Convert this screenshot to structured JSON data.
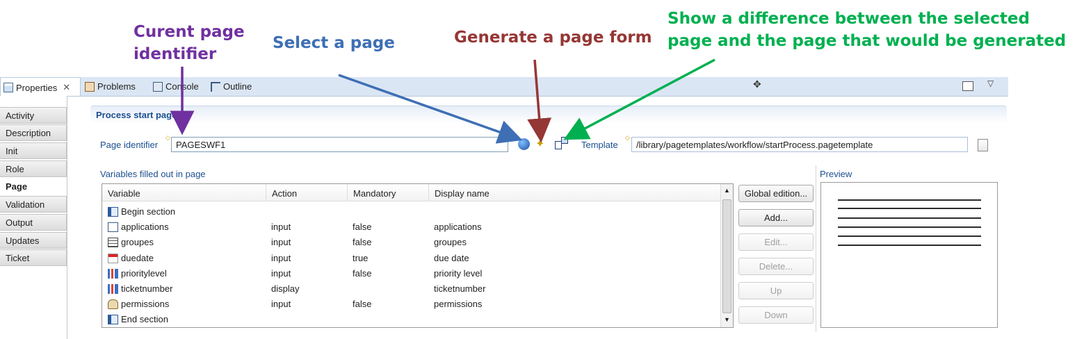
{
  "annotations": {
    "current_page_identifier": "Curent page\nidentifier",
    "select_page": "Select a page",
    "generate_form": "Generate a page form",
    "show_difference": "Show a difference between the selected\npage and the page that would be generated"
  },
  "colors": {
    "purple": "#7030a0",
    "blue": "#3e6fb5",
    "darkred": "#953735",
    "green": "#00b050"
  },
  "tabs": [
    "Properties",
    "Problems",
    "Console",
    "Outline"
  ],
  "left_nav": [
    "Activity",
    "Description",
    "Init",
    "Role",
    "Page",
    "Validation",
    "Output",
    "Updates",
    "Ticket"
  ],
  "section_title": "Process start page",
  "page_identifier": {
    "label": "Page identifier",
    "value": "PAGESWF1"
  },
  "template": {
    "label": "Template",
    "value": "/library/pagetemplates/workflow/startProcess.pagetemplate"
  },
  "variables_title": "Variables filled out in page",
  "table": {
    "headers": [
      "Variable",
      "Action",
      "Mandatory",
      "Display name"
    ],
    "rows": [
      {
        "variable": "Begin section",
        "action": "",
        "mandatory": "",
        "display": "",
        "icon": "section-icon"
      },
      {
        "variable": "applications",
        "action": "input",
        "mandatory": "false",
        "display": "applications",
        "icon": "textfield-icon"
      },
      {
        "variable": "groupes",
        "action": "input",
        "mandatory": "false",
        "display": "groupes",
        "icon": "list-icon"
      },
      {
        "variable": "duedate",
        "action": "input",
        "mandatory": "true",
        "display": "due date",
        "icon": "calendar-icon"
      },
      {
        "variable": "prioritylevel",
        "action": "input",
        "mandatory": "false",
        "display": "priority level",
        "icon": "chart-icon"
      },
      {
        "variable": "ticketnumber",
        "action": "display",
        "mandatory": "",
        "display": "ticketnumber",
        "icon": "chart-icon"
      },
      {
        "variable": "permissions",
        "action": "input",
        "mandatory": "false",
        "display": "permissions",
        "icon": "user-icon"
      },
      {
        "variable": "End section",
        "action": "",
        "mandatory": "",
        "display": "",
        "icon": "section-icon"
      }
    ]
  },
  "buttons": [
    "Global edition...",
    "Add...",
    "Edit...",
    "Delete...",
    "Up",
    "Down"
  ],
  "preview_label": "Preview"
}
